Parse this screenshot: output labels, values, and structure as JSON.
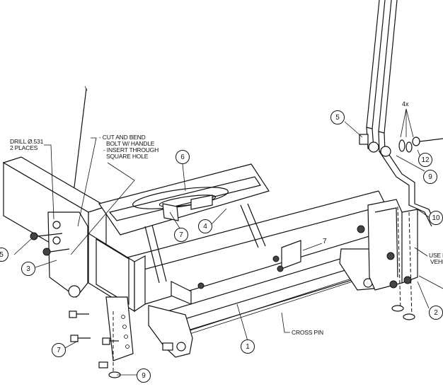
{
  "notes": {
    "drill_line1": "DRILL Ø.531",
    "drill_line2": "2 PLACES",
    "cut_line1": "- CUT AND BEND",
    "cut_line2": "BOLT W/ HANDLE",
    "cut_line3": "- INSERT THROUGH",
    "cut_line4": "SQUARE HOLE",
    "cross_pin": "CROSS PIN",
    "use_line1": "USE E",
    "use_line2": "VEHIC",
    "qty_4x": "4x"
  },
  "balloons": {
    "b1": "1",
    "b2": "2",
    "b3": "3",
    "b4": "4",
    "b5_left": "5",
    "b5_right": "5",
    "b6": "6",
    "b7_plate": "7",
    "b7_bolt": "7",
    "b9_right": "9",
    "b9_bottom": "9",
    "b10": "10",
    "b12": "12"
  },
  "callout_7_text": "7"
}
